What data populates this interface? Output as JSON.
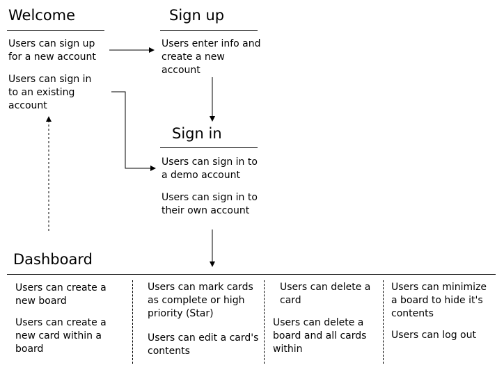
{
  "welcome": {
    "title": "Welcome",
    "items": [
      "Users can sign up for a new account",
      "Users can sign in to an existing account"
    ]
  },
  "signup": {
    "title": "Sign up",
    "items": [
      "Users enter info and create a new account"
    ]
  },
  "signin": {
    "title": "Sign in",
    "items": [
      "Users can sign in to a demo account",
      "Users can sign in to their own account"
    ]
  },
  "dashboard": {
    "title": "Dashboard",
    "columns": [
      {
        "items": [
          "Users can create a new board",
          "Users can create a new card within a board"
        ]
      },
      {
        "items": [
          "Users can mark cards as complete or high priority (Star)",
          "Users can edit a card's contents"
        ]
      },
      {
        "items": [
          "Users can delete a card",
          "Users can delete a board and all cards within"
        ]
      },
      {
        "items": [
          "Users can minimize a board to hide it's contents",
          "Users can log out"
        ]
      }
    ]
  },
  "colors": {
    "ink": "#000000",
    "background": "#ffffff"
  }
}
